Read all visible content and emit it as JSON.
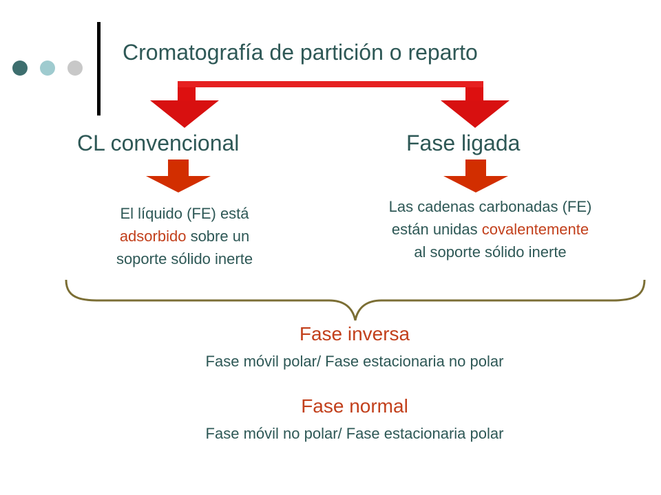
{
  "title": "Cromatografía de partición o reparto",
  "colors": {
    "text": "#2e5856",
    "accent": "#c2401c",
    "arrow_big": "#dd1010",
    "arrow_small": "#d22e00",
    "brace": "#7b6e34",
    "dot1": "#3d6e6e",
    "dot2": "#9fcbcf",
    "dot3": "#c8c8c8"
  },
  "left": {
    "label": "CL convencional",
    "desc_1": "El líquido (FE) está",
    "desc_hl": "adsorbido",
    "desc_2": " sobre un",
    "desc_3": "soporte sólido inerte"
  },
  "right": {
    "label": "Fase ligada",
    "desc_1": "Las cadenas carbonadas (FE)",
    "desc_2a": "están unidas ",
    "desc_hl": "covalentemente",
    "desc_3": "al soporte sólido inerte"
  },
  "inversa": {
    "heading": "Fase inversa",
    "desc": "Fase móvil polar/ Fase estacionaria no polar"
  },
  "normal": {
    "heading": "Fase normal",
    "desc": "Fase móvil no polar/ Fase estacionaria polar"
  }
}
